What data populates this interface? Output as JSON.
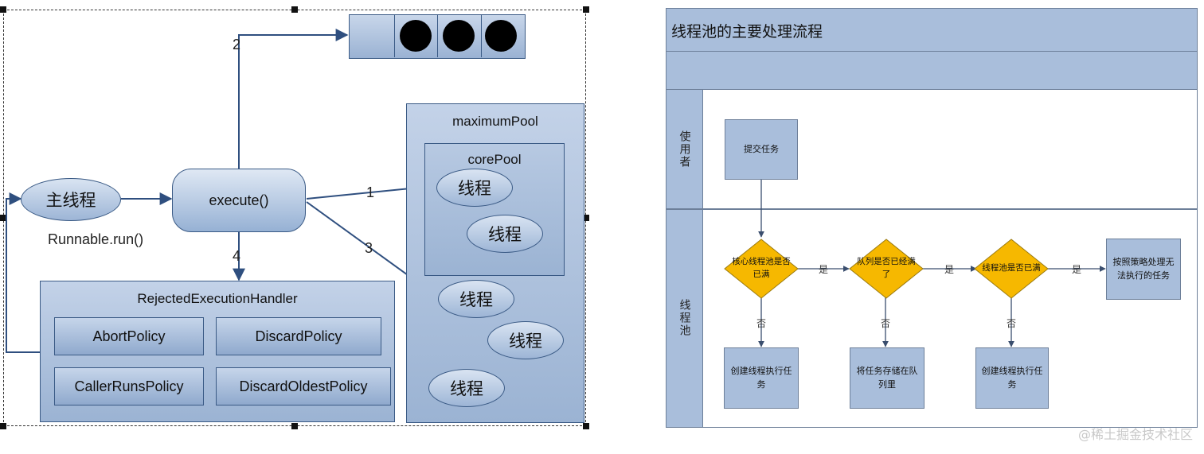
{
  "left": {
    "main_thread": "主线程",
    "runnable": "Runnable.run()",
    "execute": "execute()",
    "step_labels": [
      "1",
      "2",
      "3",
      "4"
    ],
    "maximum_pool": "maximumPool",
    "core_pool": "corePool",
    "thread": "线程",
    "handler_title": "RejectedExecutionHandler",
    "policies": [
      "AbortPolicy",
      "DiscardPolicy",
      "CallerRunsPolicy",
      "DiscardOldestPolicy"
    ]
  },
  "right": {
    "title": "线程池的主要处理流程",
    "lane_user": "使用者",
    "lane_pool": "线程池",
    "submit": "提交任务",
    "decisions": [
      "核心线程池是否已满",
      "队列是否已经满了",
      "线程池是否已满"
    ],
    "yes": "是",
    "no": "否",
    "actions": [
      "创建线程执行任务",
      "将任务存储在队列里",
      "创建线程执行任务",
      "按照策略处理无法执行的任务"
    ]
  },
  "watermark": "@稀土掘金技术社区",
  "colors": {
    "blue_fill": "#9db5d6",
    "border": "#3a5a85",
    "diamond": "#f6b800",
    "lane": "#a9bedb"
  }
}
